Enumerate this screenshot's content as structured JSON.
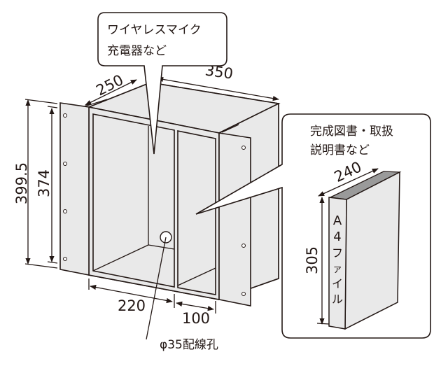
{
  "callouts": {
    "top": {
      "line1": "ワイヤレスマイク",
      "line2": "充電器など"
    },
    "right": {
      "line1": "完成図書・取扱",
      "line2": "説明書など"
    }
  },
  "dimensions": {
    "depth": "250",
    "width": "350",
    "height_outer": "399.5",
    "height_inner": "374",
    "left_compartment": "220",
    "right_compartment": "100",
    "hole": "φ35配線孔"
  },
  "book": {
    "width": "240",
    "height": "305",
    "spine_chars": [
      "A",
      "4",
      "フ",
      "ァ",
      "イ",
      "ル"
    ]
  },
  "colors": {
    "line": "#231815",
    "face": "#e9e9e9",
    "book_top": "#9a9a9a"
  }
}
